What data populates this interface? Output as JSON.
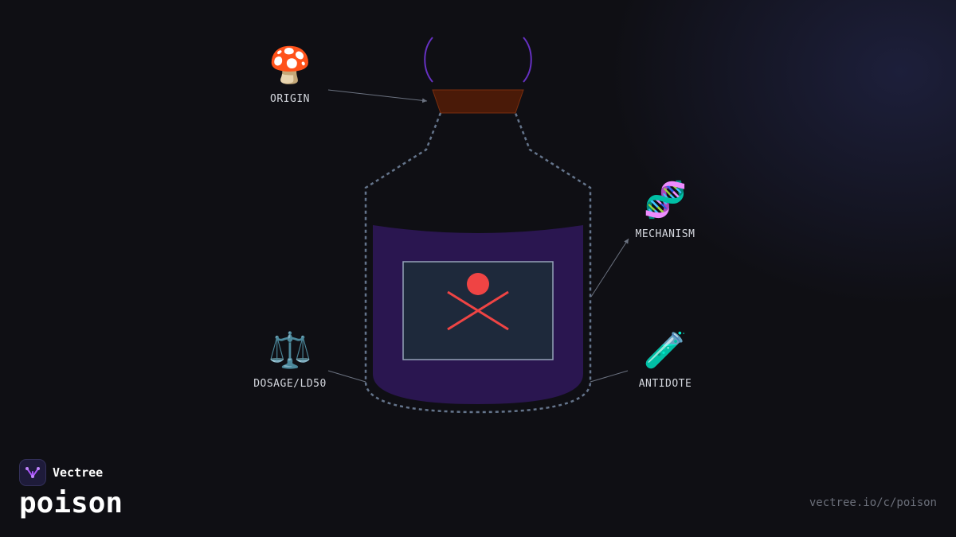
{
  "brand": {
    "name": "Vectree"
  },
  "page": {
    "title": "poison",
    "url": "vectree.io/c/poison"
  },
  "diagram": {
    "nodes": [
      {
        "id": "origin",
        "label": "ORIGIN",
        "icon": "mushroom-icon",
        "glyph": "🍄"
      },
      {
        "id": "mechanism",
        "label": "MECHANISM",
        "icon": "dna-icon",
        "glyph": "🧬"
      },
      {
        "id": "dosage",
        "label": "DOSAGE/LD50",
        "icon": "scales-icon",
        "glyph": "⚖️"
      },
      {
        "id": "antidote",
        "label": "ANTIDOTE",
        "icon": "test-tube-icon",
        "glyph": "🧪"
      }
    ],
    "colors": {
      "liquid": "#2a1650",
      "cork": "#4a1a08",
      "label_panel": "#1e293b",
      "skull_mark": "#ef4444",
      "bottle_outline": "#64748b",
      "vapor": "#7c3aed",
      "brand_accent": "#a855f7"
    }
  }
}
